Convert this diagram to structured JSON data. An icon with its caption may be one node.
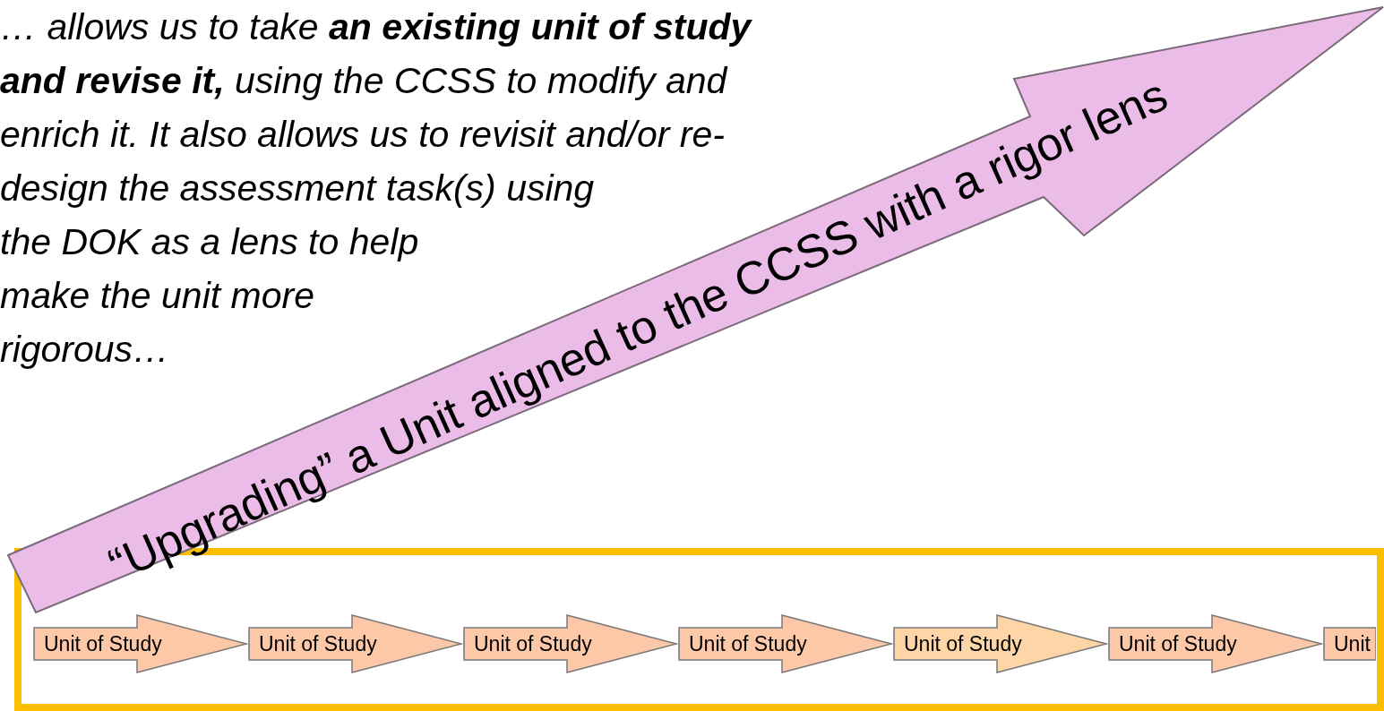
{
  "diagram": {
    "nodes": [
      {
        "text": [],
        "shape": "box"
      },
      {
        "text": [
          "Unit of Study"
        ],
        "in": 0
      },
      {
        "text": [
          "Unit of Study"
        ],
        "in": 0
      },
      {
        "text": [
          "Unit of Study"
        ],
        "in": 0
      },
      {
        "text": [
          "Unit of Study"
        ],
        "in": 0
      },
      {
        "text": [
          "Unit of Study"
        ],
        "in": 0
      },
      {
        "text": [
          "Unit of Study"
        ],
        "in": 0
      },
      {
        "text": [
          "Unit"
        ],
        "in": 0
      },
      {
        "text": [
          "“Upgrading” a Unit aligned to the CCSS with a rigor lens"
        ]
      }
    ],
    "labels": [
      "… allows us to take **an existing unit of study and revise it,** using the CCSS to modify and enrich it. It also allows us to revisit and/or re-design the assessment task(s) using the DOK as a lens to help make the unit more rigorous…"
    ]
  }
}
